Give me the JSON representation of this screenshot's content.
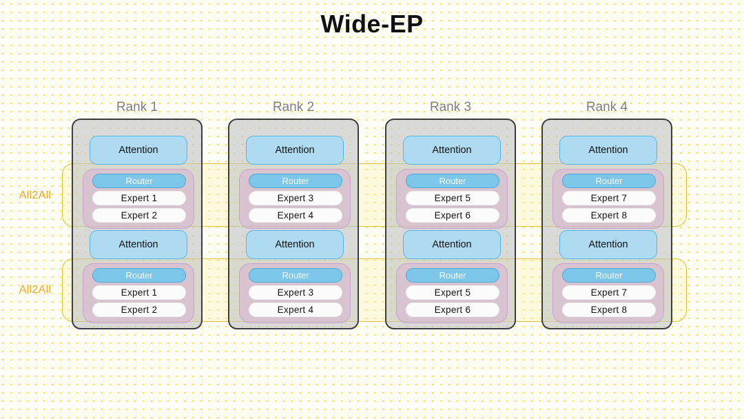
{
  "title": "Wide-EP",
  "colors": {
    "background": "#fdfdf8",
    "dot_grid": "#f5e83a",
    "title_text": "#111111",
    "rank_label": "#7f7f7f",
    "rank_border": "#3c3c3c",
    "rank_fill": "#c4c4c4",
    "attention_fill": "#a7dbf5",
    "attention_border": "#52b7e8",
    "moe_fill": "#d6b5d4",
    "moe_border": "#c79fd3",
    "router_fill": "#7cc6ea",
    "router_text": "#ffffff",
    "expert_fill": "#ffffff",
    "all2all_border": "#e0c128",
    "all2all_fill": "#f8eb78",
    "all2all_text": "#f0a91e"
  },
  "all2all_bands": [
    {
      "label": "All2All"
    },
    {
      "label": "All2All"
    }
  ],
  "ranks": [
    {
      "title": "Rank 1",
      "layers": [
        {
          "attention": "Attention",
          "router": "Router",
          "experts": [
            "Expert 1",
            "Expert 2"
          ]
        },
        {
          "attention": "Attention",
          "router": "Router",
          "experts": [
            "Expert 1",
            "Expert 2"
          ]
        }
      ]
    },
    {
      "title": "Rank 2",
      "layers": [
        {
          "attention": "Attention",
          "router": "Router",
          "experts": [
            "Expert 3",
            "Expert 4"
          ]
        },
        {
          "attention": "Attention",
          "router": "Router",
          "experts": [
            "Expert 3",
            "Expert 4"
          ]
        }
      ]
    },
    {
      "title": "Rank 3",
      "layers": [
        {
          "attention": "Attention",
          "router": "Router",
          "experts": [
            "Expert 5",
            "Expert 6"
          ]
        },
        {
          "attention": "Attention",
          "router": "Router",
          "experts": [
            "Expert 5",
            "Expert 6"
          ]
        }
      ]
    },
    {
      "title": "Rank 4",
      "layers": [
        {
          "attention": "Attention",
          "router": "Router",
          "experts": [
            "Expert 7",
            "Expert 8"
          ]
        },
        {
          "attention": "Attention",
          "router": "Router",
          "experts": [
            "Expert 7",
            "Expert 8"
          ]
        }
      ]
    }
  ]
}
